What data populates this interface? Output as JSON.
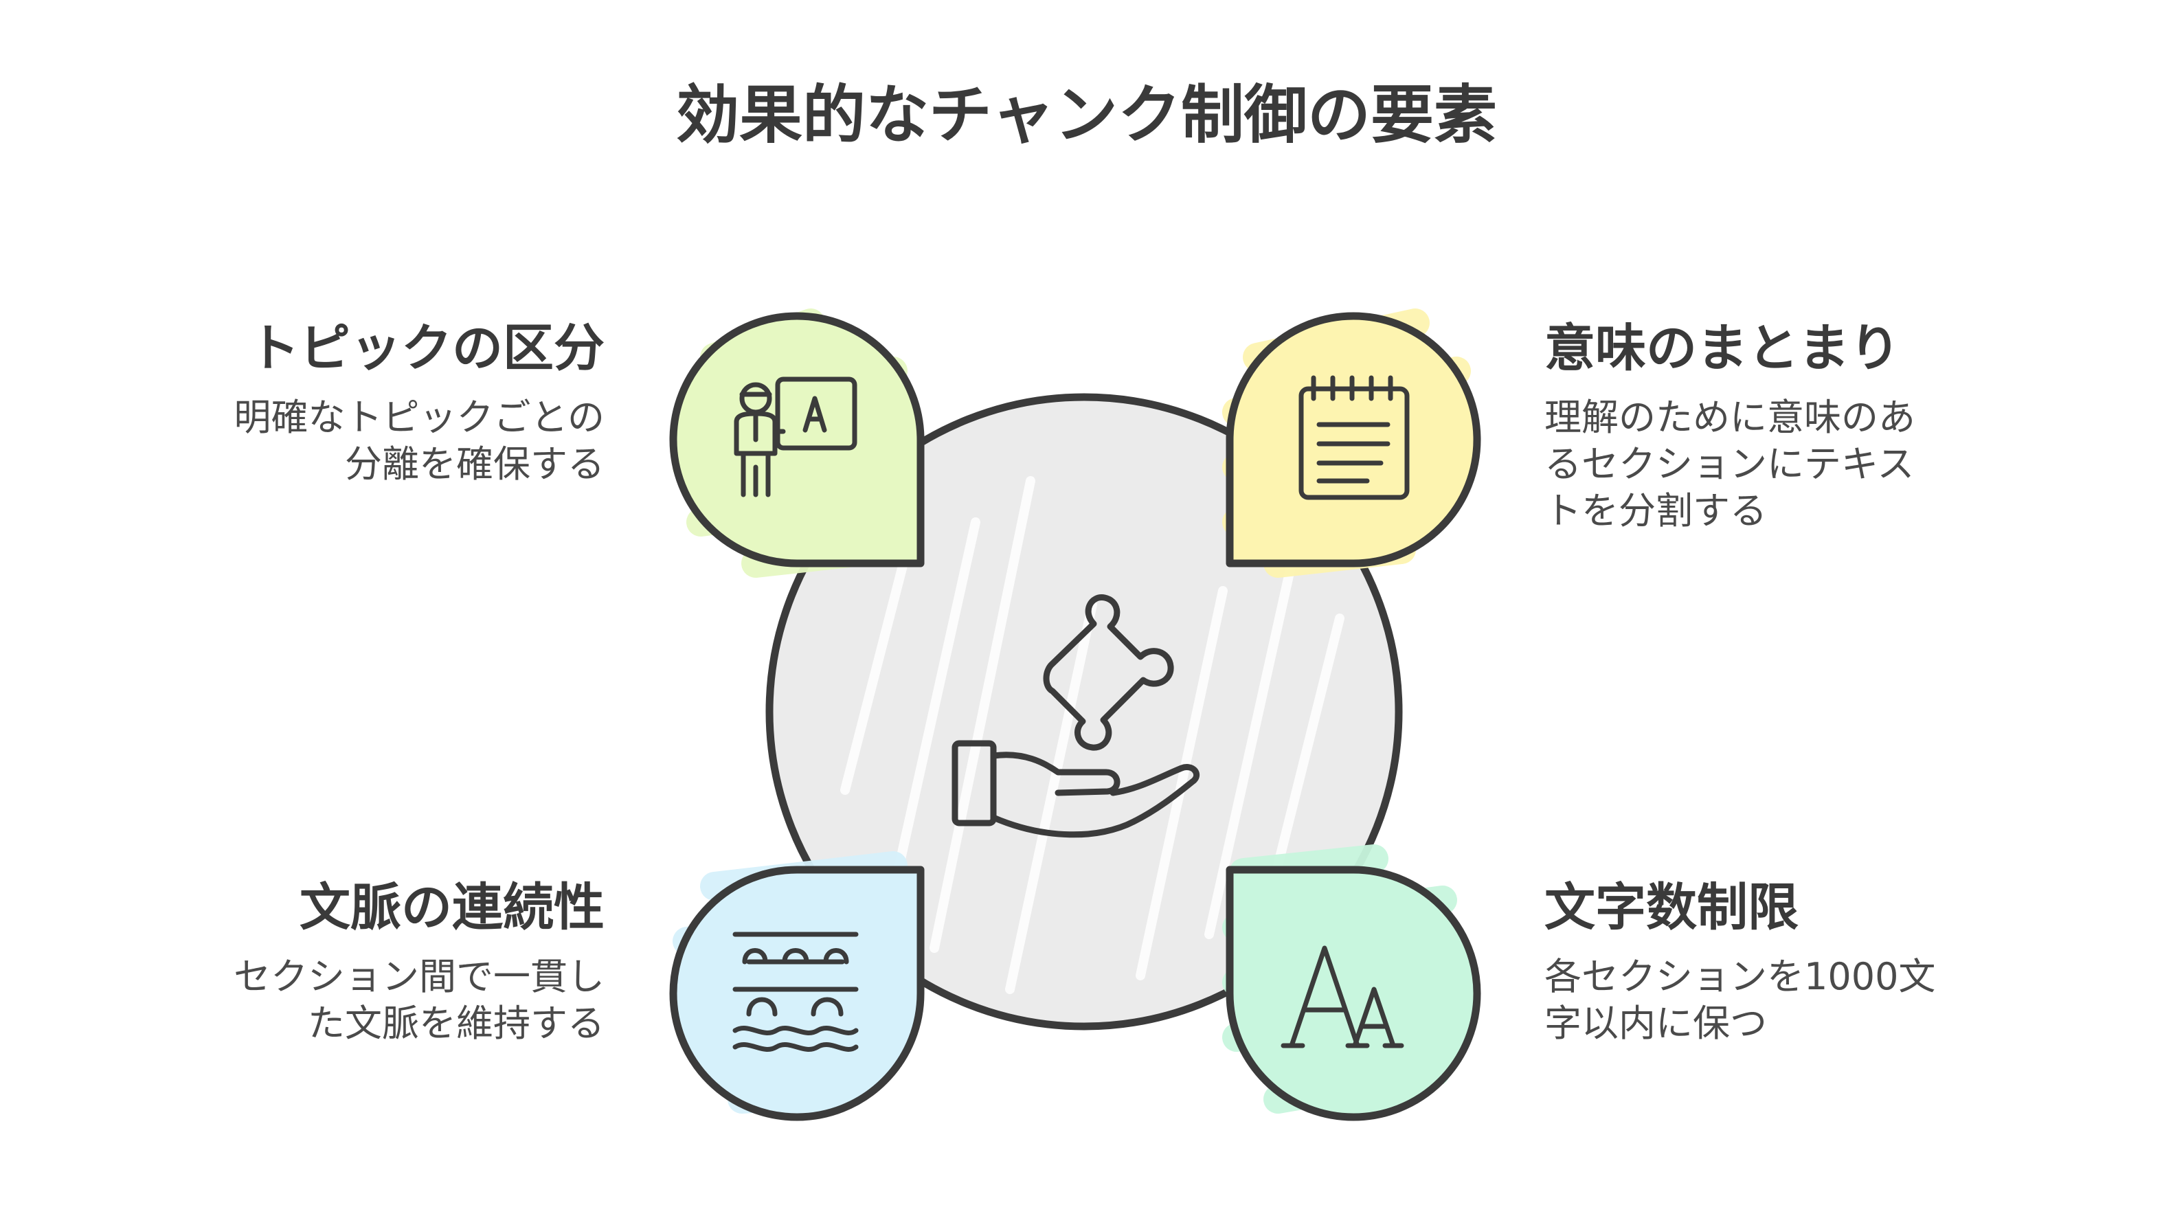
{
  "title": "効果的なチャンク制御の要素",
  "center": {
    "icon": "hand-puzzle-icon"
  },
  "items": {
    "topic": {
      "heading": "トピックの区分",
      "description": "明確なトピックごとの\n分離を確保する",
      "icon": "teacher-board-icon",
      "color": "#e6f8c2"
    },
    "meaning": {
      "heading": "意味のまとまり",
      "description": "理解のために意味のあ\nるセクションにテキス\nトを分割する",
      "icon": "notepad-icon",
      "color": "#fdf4b0"
    },
    "context": {
      "heading": "文脈の連続性",
      "description": "セクション間で一貫し\nた文脈を維持する",
      "icon": "bridge-icon",
      "color": "#d6f1fb"
    },
    "chars": {
      "heading": "文字数制限",
      "description": "各セクションを1000文\n字以内に保つ",
      "icon": "letters-aa-icon",
      "color": "#c8f6de"
    }
  },
  "colors": {
    "stroke": "#3b3b3b",
    "center_fill": "#ebebeb"
  }
}
